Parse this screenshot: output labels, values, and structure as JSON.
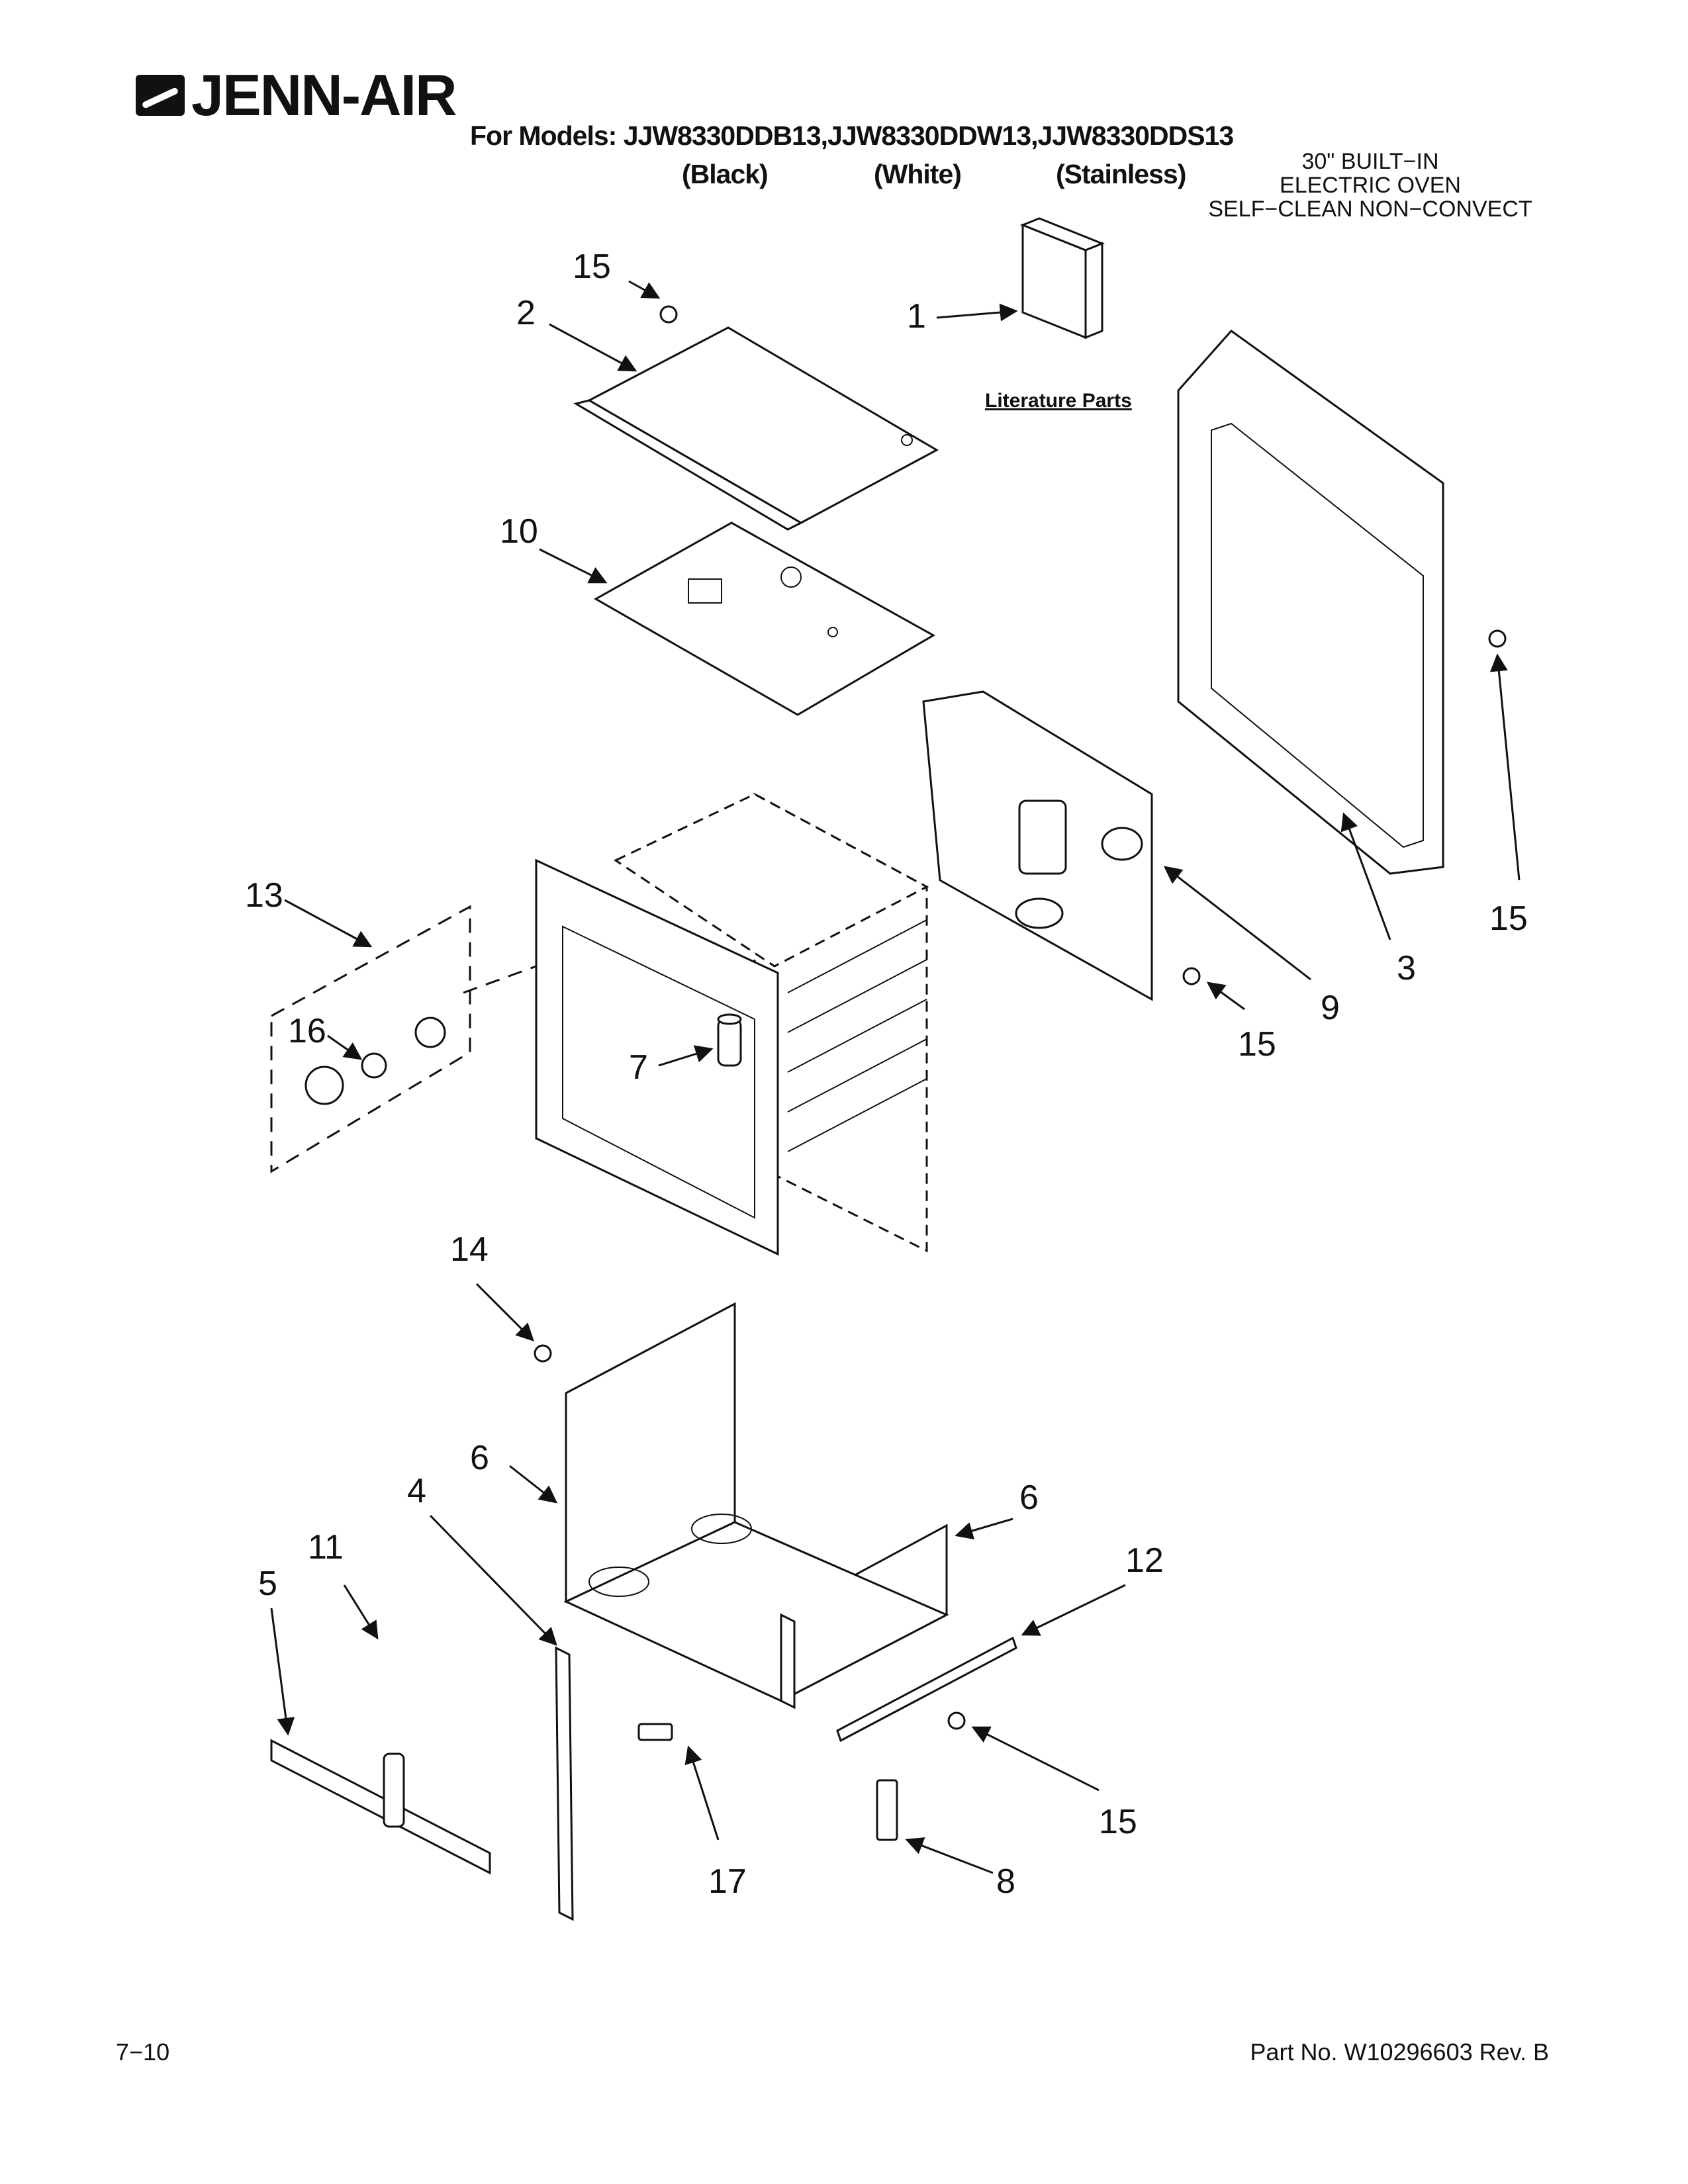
{
  "brand": {
    "name": "JENN-AIR"
  },
  "header": {
    "models_line": "For Models: JJW8330DDB13,JJW8330DDW13,JJW8330DDS13",
    "variants": [
      "(Black)",
      "(White)",
      "(Stainless)"
    ],
    "description": [
      "30\" BUILT−IN",
      "ELECTRIC OVEN",
      "SELF−CLEAN NON−CONVECT"
    ]
  },
  "literature_label": "Literature Parts",
  "callouts": {
    "c1": "1",
    "c2": "2",
    "c3": "3",
    "c4": "4",
    "c5": "5",
    "c6a": "6",
    "c6b": "6",
    "c7": "7",
    "c8": "8",
    "c9": "9",
    "c10": "10",
    "c11": "11",
    "c12": "12",
    "c13": "13",
    "c14": "14",
    "c15a": "15",
    "c15b": "15",
    "c15c": "15",
    "c15d": "15",
    "c16": "16",
    "c17": "17"
  },
  "footer": {
    "page": "7−10",
    "part_no": "Part No. W10296603 Rev. B"
  }
}
